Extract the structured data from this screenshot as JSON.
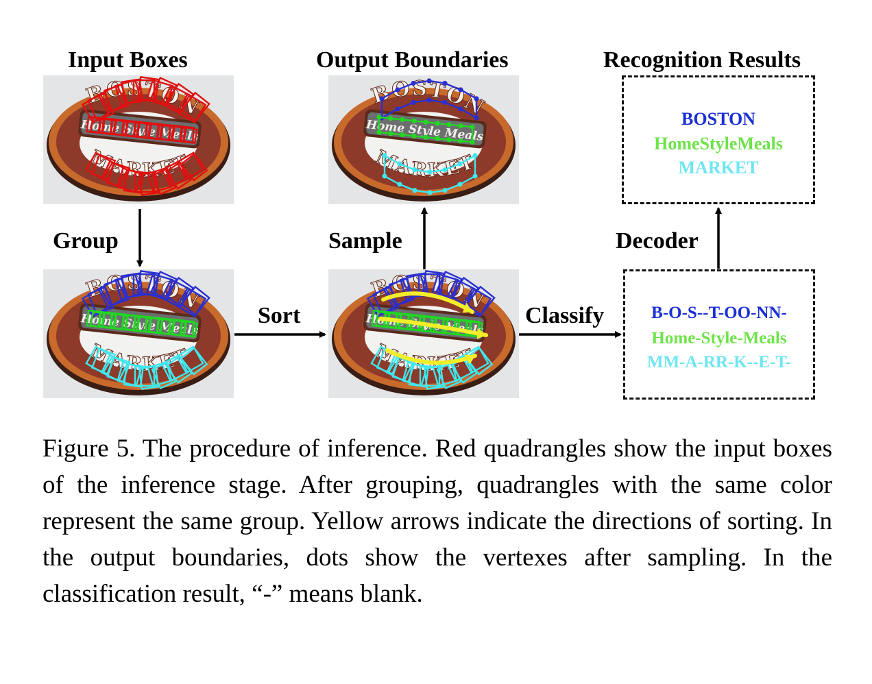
{
  "labels": {
    "input_boxes": "Input Boxes",
    "output_boundaries": "Output Boundaries",
    "recognition_results": "Recognition Results",
    "group": "Group",
    "sample": "Sample",
    "decoder": "Decoder",
    "sort": "Sort",
    "classify": "Classify"
  },
  "sign_text": {
    "top": "BOSTON",
    "middle": "Home Style Meals",
    "bottom": "MARKET"
  },
  "recognition_results": [
    {
      "text": "BOSTON",
      "color": "#1a2fd6"
    },
    {
      "text": "HomeStyleMeals",
      "color": "#6fe34a"
    },
    {
      "text": "MARKET",
      "color": "#6fe6f2"
    }
  ],
  "classification_result": [
    {
      "text": "B-O-S--T-OO-NN-",
      "color": "#1a2fd6"
    },
    {
      "text": "Home-Style-Meals",
      "color": "#6fe34a"
    },
    {
      "text": "MM-A-RR-K--E-T-",
      "color": "#6fe6f2"
    }
  ],
  "colors": {
    "input_box": "#e01010",
    "group_top": "#2a2fd0",
    "group_middle": "#22d622",
    "group_bottom": "#3fe6ee",
    "sort_arrow": "#f4ee2a"
  },
  "caption": "Figure 5. The procedure of inference. Red quadrangles show the input boxes of the inference stage. After grouping, quadrangles with the same color represent the same group. Yellow arrows indicate the directions of sorting. In the output boundaries, dots show the vertexes after sampling. In the classification result, “-” means blank."
}
